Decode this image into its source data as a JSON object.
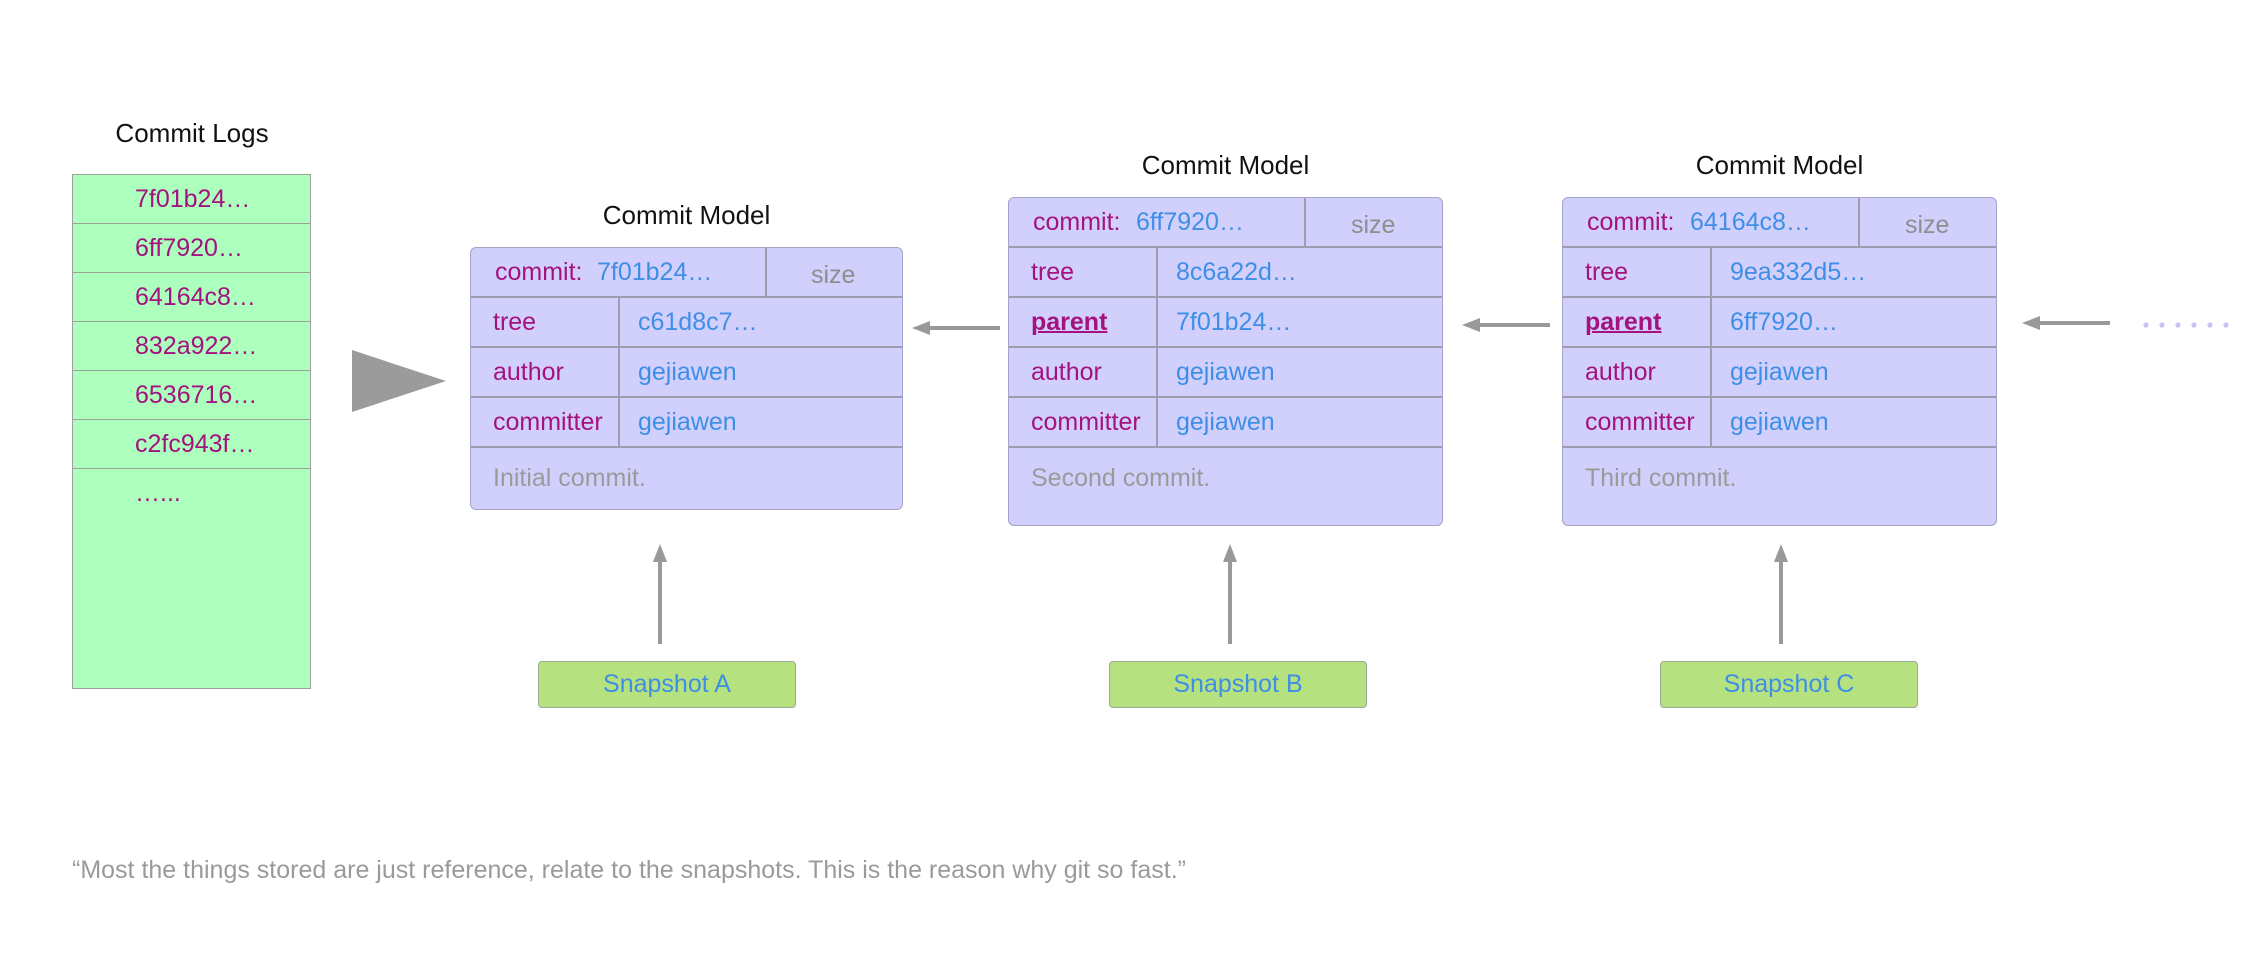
{
  "commit_logs": {
    "title": "Commit Logs",
    "entries": [
      "7f01b24…",
      "6ff7920…",
      "64164c8…",
      "832a922…",
      "6536716…",
      "c2fc943f…",
      "…..."
    ]
  },
  "labels": {
    "commit": "commit:",
    "size": "size",
    "tree": "tree",
    "parent": "parent",
    "author": "author",
    "committer": "committer"
  },
  "models": [
    {
      "title": "Commit Model",
      "commit": "7f01b24…",
      "tree": "c61d8c7…",
      "author": "gejiawen",
      "committer": "gejiawen",
      "message": "Initial commit."
    },
    {
      "title": "Commit Model",
      "commit": "6ff7920…",
      "tree": "8c6a22d…",
      "parent": "7f01b24…",
      "author": "gejiawen",
      "committer": "gejiawen",
      "message": "Second commit."
    },
    {
      "title": "Commit Model",
      "commit": "64164c8…",
      "tree": "9ea332d5…",
      "parent": "6ff7920…",
      "author": "gejiawen",
      "committer": "gejiawen",
      "message": "Third commit."
    }
  ],
  "snapshots": [
    "Snapshot A",
    "Snapshot B",
    "Snapshot C"
  ],
  "quote": "“Most the things stored are just reference, relate to the snapshots. This is the reason why git so fast.”",
  "colors": {
    "log_bg": "#adffbd",
    "model_bg": "#d1d0fd",
    "snapshot_bg": "#b6e17f",
    "label": "#a3127f",
    "value": "#3f8ee6",
    "muted": "#9a9a9a",
    "arrow": "#999999",
    "ellipsis": "#c5c3f5"
  }
}
